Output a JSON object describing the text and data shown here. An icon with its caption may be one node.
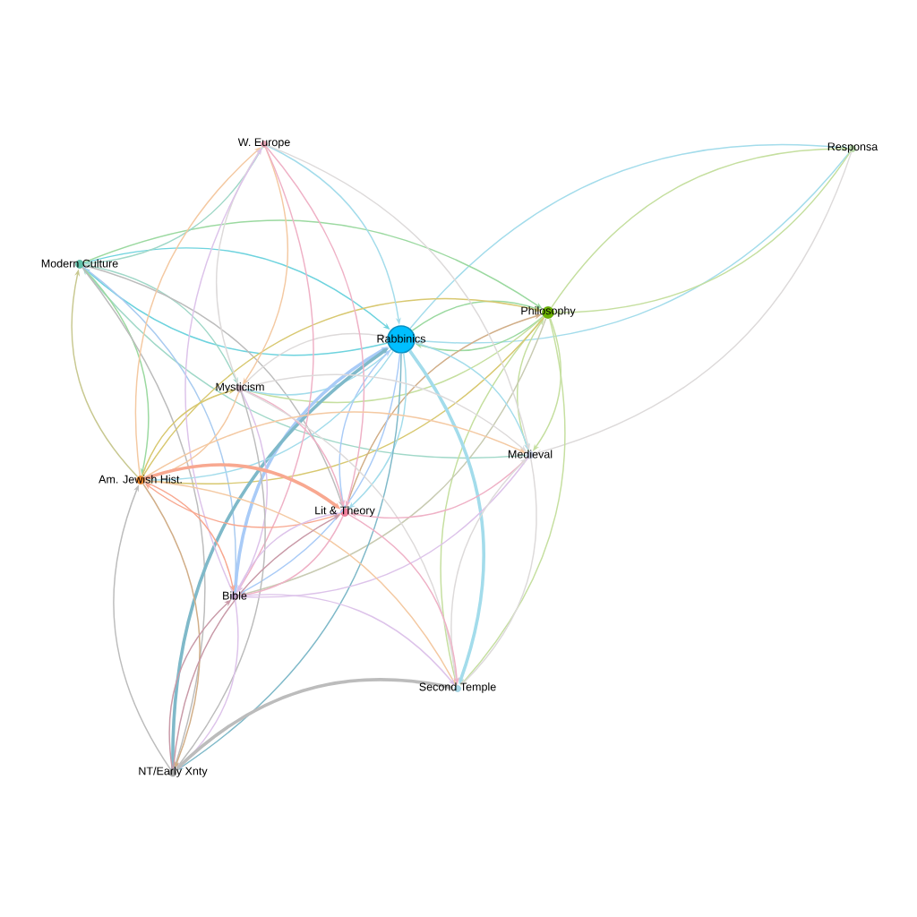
{
  "diagram": {
    "nodes": [
      {
        "text": [
          "W. Europe"
        ]
      },
      {
        "text": [
          "Responsa"
        ]
      },
      {
        "text": [
          "Modern Culture"
        ]
      },
      {
        "text": [
          "Philosophy"
        ]
      },
      {
        "text": [
          "Rabbinics"
        ]
      },
      {
        "text": [
          "Mysticism"
        ]
      },
      {
        "text": [
          "Medieval"
        ]
      },
      {
        "text": [
          "Am. Jewish Hist."
        ]
      },
      {
        "text": [
          "Lit & Theory"
        ]
      },
      {
        "text": [
          "Bible"
        ]
      },
      {
        "text": [
          "Second Temple"
        ]
      },
      {
        "text": [
          "NT/Early Xnty"
        ]
      }
    ],
    "edges": [
      {
        "from": 4,
        "to": 1,
        "arrow": "to",
        "color": "#a3dceb"
      },
      {
        "from": 1,
        "to": 4,
        "arrow": "to",
        "color": "#a3dceb"
      },
      {
        "from": 3,
        "to": 1,
        "arrow": "to",
        "color": "#c5df9f"
      },
      {
        "from": 1,
        "to": 3,
        "arrow": "to",
        "color": "#c5df9f"
      },
      {
        "from": 1,
        "to": 6,
        "arrow": "to",
        "color": "#dddada"
      },
      {
        "from": 2,
        "to": 4,
        "arrow": "to",
        "color": "#6ed3de"
      },
      {
        "from": 4,
        "to": 2,
        "arrow": "to",
        "color": "#6ed3de"
      },
      {
        "from": 2,
        "to": 3,
        "arrow": "to",
        "color": "#9bd9a0"
      },
      {
        "from": 0,
        "to": 2,
        "arrow": "to",
        "color": "#a0d8c8"
      },
      {
        "from": 2,
        "to": 5,
        "arrow": "to",
        "color": "#a0d8c8"
      },
      {
        "from": 6,
        "to": 2,
        "arrow": "to",
        "color": "#a0d8c8"
      },
      {
        "from": 2,
        "to": 8,
        "arrow": "to",
        "color": "#bcbcbc"
      },
      {
        "from": 2,
        "to": 7,
        "arrow": "to",
        "color": "#9bd9a0"
      },
      {
        "from": 7,
        "to": 2,
        "arrow": "to",
        "color": "#c8c890"
      },
      {
        "from": 2,
        "to": 9,
        "arrow": "to",
        "color": "#a9cbf0"
      },
      {
        "from": 2,
        "to": 11,
        "arrow": "to",
        "color": "#bcbcbc"
      },
      {
        "from": 3,
        "to": 4,
        "arrow": "to",
        "color": "#9bd9a0"
      },
      {
        "from": 4,
        "to": 3,
        "arrow": "to",
        "color": "#9bd9a0"
      },
      {
        "from": 3,
        "to": 6,
        "arrow": "to",
        "color": "#c5df9f"
      },
      {
        "from": 6,
        "to": 3,
        "arrow": "to",
        "color": "#c5df9f"
      },
      {
        "from": 3,
        "to": 10,
        "arrow": "to",
        "color": "#c5df9f"
      },
      {
        "from": 10,
        "to": 3,
        "arrow": "to",
        "color": "#c5df9f"
      },
      {
        "from": 3,
        "to": 5,
        "arrow": "to",
        "color": "#c5df9f"
      },
      {
        "from": 3,
        "to": 7,
        "arrow": "to",
        "color": "#d8c870"
      },
      {
        "from": 7,
        "to": 3,
        "arrow": "to",
        "color": "#d8c870"
      },
      {
        "from": 8,
        "to": 3,
        "arrow": "to",
        "color": "#d1ae88"
      },
      {
        "from": 3,
        "to": 9,
        "arrow": "to",
        "color": "#c8cbb2"
      },
      {
        "from": 4,
        "to": 5,
        "arrow": "to",
        "color": "#a3dceb"
      },
      {
        "from": 5,
        "to": 4,
        "arrow": "to",
        "color": "#dddada"
      },
      {
        "from": 4,
        "to": 6,
        "arrow": "to",
        "color": "#a3dceb"
      },
      {
        "from": 4,
        "to": 10,
        "arrow": "to",
        "style": "thick",
        "color": "#a3dceb"
      },
      {
        "from": 4,
        "to": 8,
        "arrow": "to",
        "color": "#a3dceb"
      },
      {
        "from": 8,
        "to": 4,
        "arrow": "to",
        "color": "#a9cbf7"
      },
      {
        "from": 9,
        "to": 4,
        "arrow": "to",
        "style": "thick",
        "color": "#a9cbf7"
      },
      {
        "from": 4,
        "to": 9,
        "arrow": "to",
        "color": "#a9cbf7"
      },
      {
        "from": 11,
        "to": 4,
        "arrow": "to",
        "style": "thick",
        "color": "#7fb9c9"
      },
      {
        "from": 4,
        "to": 11,
        "arrow": "to",
        "color": "#7fb9c9"
      },
      {
        "from": 4,
        "to": 7,
        "arrow": "to",
        "color": "#a3dceb"
      },
      {
        "from": 0,
        "to": 4,
        "arrow": "to",
        "color": "#a3dceb"
      },
      {
        "from": 0,
        "to": 5,
        "arrow": "to",
        "color": "#f4c9a2"
      },
      {
        "from": 7,
        "to": 0,
        "arrow": "to",
        "color": "#f4c9a2"
      },
      {
        "from": 5,
        "to": 0,
        "arrow": "to",
        "color": "#dddada"
      },
      {
        "from": 0,
        "to": 6,
        "arrow": "to",
        "color": "#dddada"
      },
      {
        "from": 0,
        "to": 8,
        "arrow": "to",
        "color": "#efb1c6"
      },
      {
        "from": 0,
        "to": 9,
        "arrow": "to",
        "color": "#efb1c6"
      },
      {
        "from": 9,
        "to": 0,
        "arrow": "to",
        "color": "#ddc3ea"
      },
      {
        "from": 5,
        "to": 7,
        "arrow": "to",
        "color": "#f4c9a2"
      },
      {
        "from": 7,
        "to": 5,
        "arrow": "to",
        "color": "#d8c870"
      },
      {
        "from": 5,
        "to": 8,
        "arrow": "to",
        "color": "#efb1c6"
      },
      {
        "from": 5,
        "to": 9,
        "arrow": "to",
        "color": "#ddc3ea"
      },
      {
        "from": 5,
        "to": 10,
        "arrow": "to",
        "color": "#dddada"
      },
      {
        "from": 5,
        "to": 11,
        "arrow": "to",
        "color": "#bcbcbc"
      },
      {
        "from": 5,
        "to": 6,
        "arrow": "to",
        "color": "#dddada"
      },
      {
        "from": 6,
        "to": 8,
        "arrow": "to",
        "color": "#efb1c6"
      },
      {
        "from": 7,
        "to": 6,
        "arrow": "to",
        "color": "#f4c9a2"
      },
      {
        "from": 6,
        "to": 9,
        "arrow": "to",
        "color": "#ddc3ea"
      },
      {
        "from": 6,
        "to": 10,
        "arrow": "to",
        "color": "#dddada"
      },
      {
        "from": 10,
        "to": 6,
        "arrow": "to",
        "color": "#dddada"
      },
      {
        "from": 7,
        "to": 8,
        "arrow": "to",
        "style": "thick",
        "color": "#f8a890"
      },
      {
        "from": 8,
        "to": 7,
        "arrow": "to",
        "color": "#f8a890"
      },
      {
        "from": 7,
        "to": 9,
        "arrow": "to",
        "color": "#f8a890"
      },
      {
        "from": 7,
        "to": 11,
        "arrow": "to",
        "color": "#d1ae88"
      },
      {
        "from": 11,
        "to": 7,
        "arrow": "to",
        "color": "#bcbcbc"
      },
      {
        "from": 7,
        "to": 10,
        "arrow": "to",
        "color": "#f4c9a2"
      },
      {
        "from": 8,
        "to": 9,
        "arrow": "to",
        "color": "#efb1c6"
      },
      {
        "from": 9,
        "to": 8,
        "arrow": "to",
        "color": "#ddc3ea"
      },
      {
        "from": 8,
        "to": 10,
        "arrow": "to",
        "color": "#efb1c6"
      },
      {
        "from": 11,
        "to": 8,
        "arrow": "to",
        "color": "#c99aa8"
      },
      {
        "from": 9,
        "to": 10,
        "arrow": "to",
        "color": "#ddc3ea"
      },
      {
        "from": 9,
        "to": 11,
        "arrow": "to",
        "color": "#ddc3ea"
      },
      {
        "from": 11,
        "to": 9,
        "arrow": "to",
        "color": "#c99aa8"
      },
      {
        "from": 11,
        "to": 10,
        "arrow": "to",
        "style": "thick",
        "color": "#bcbcbc"
      }
    ]
  }
}
